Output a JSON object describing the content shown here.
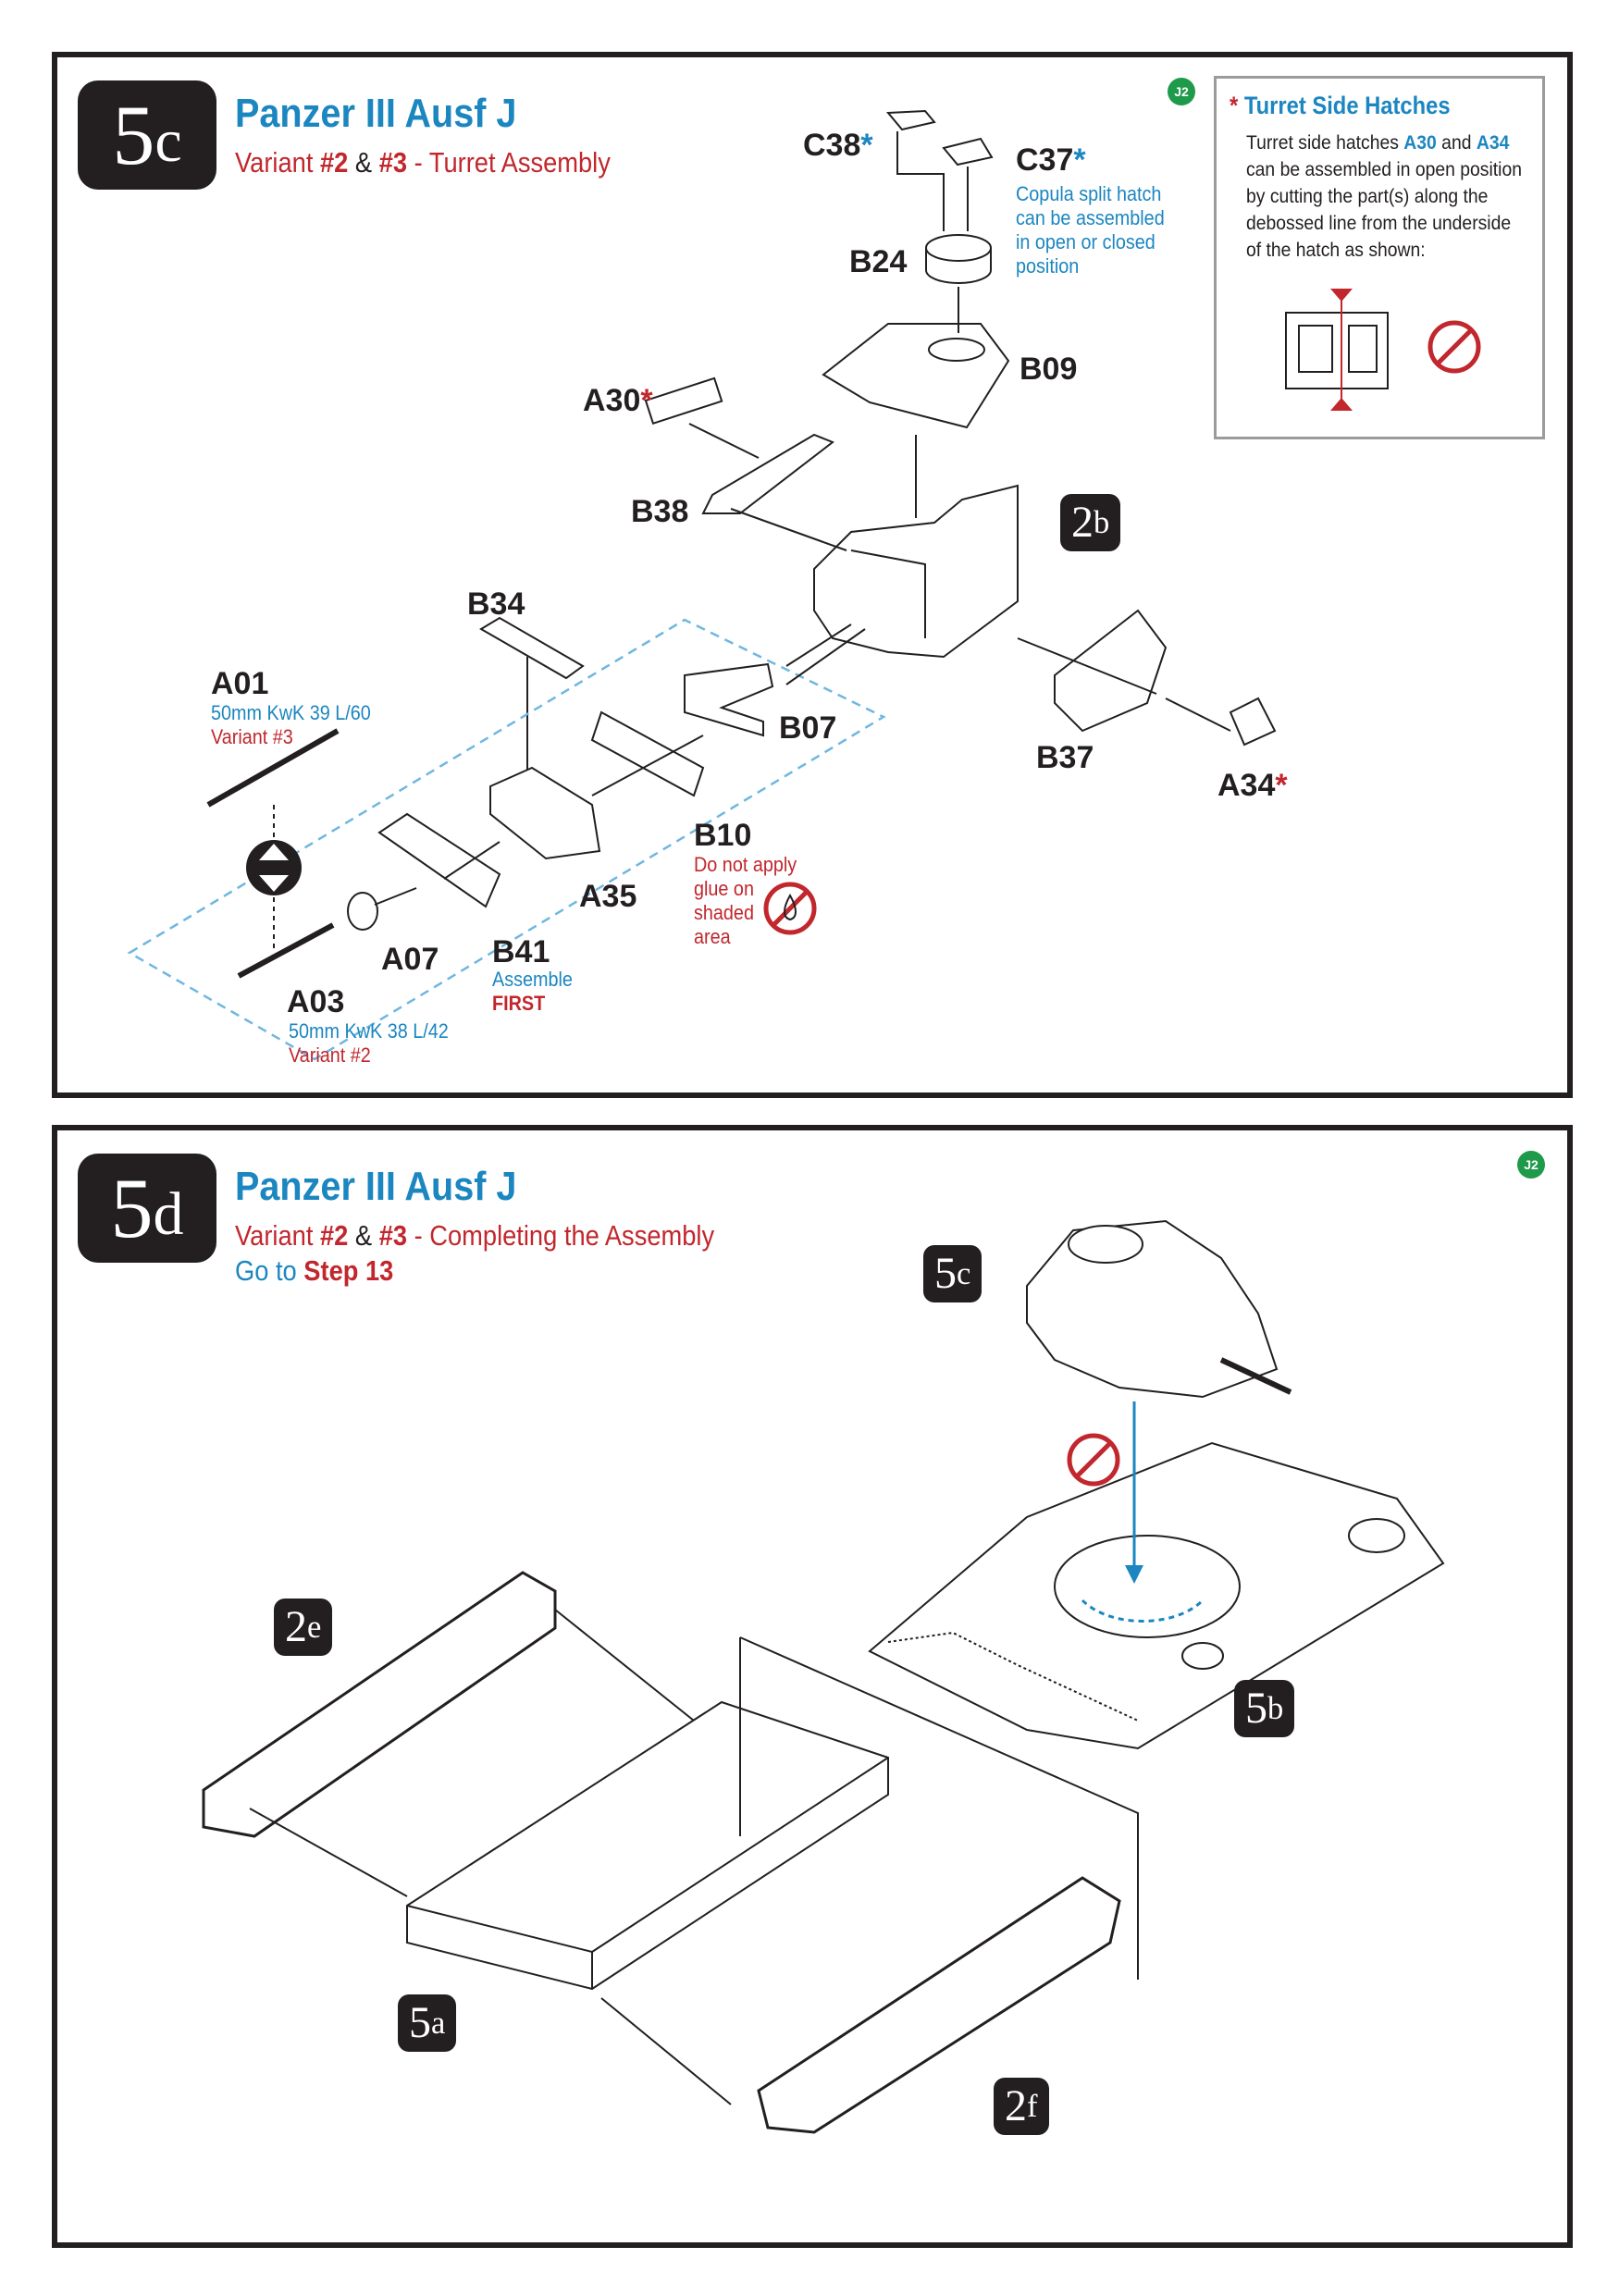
{
  "colors": {
    "accent_blue": "#1b86c0",
    "accent_red": "#c1272d",
    "badge": "#231f20",
    "j2_green": "#1f9a4a",
    "dashed_outline": "#6fb7e0"
  },
  "step5c": {
    "badge": {
      "main": "5",
      "sub": "c"
    },
    "title": "Panzer III Ausf J",
    "subtitle": {
      "prefix": "Variant ",
      "v1": "#2",
      "amp": " & ",
      "v2": "#3",
      "suffix": " - Turret Assembly"
    },
    "j2": "J2",
    "ref_badge": {
      "main": "2",
      "sub": "b"
    },
    "parts": {
      "c38": "C38",
      "c37": "C37",
      "b24": "B24",
      "b09": "B09",
      "a30": "A30",
      "b38": "B38",
      "b34": "B34",
      "a01": "A01",
      "b07": "B07",
      "b37": "B37",
      "a34": "A34",
      "b10": "B10",
      "a35": "A35",
      "a07": "A07",
      "b41": "B41",
      "a03": "A03"
    },
    "asterisk": "*",
    "notes": {
      "c37": [
        "Copula split hatch",
        "can be assembled",
        "in open or closed",
        "position"
      ],
      "a01_gun": "50mm KwK 39 L/60",
      "a01_variant": "Variant #3",
      "a03_gun": "50mm KwK 38 L/42",
      "a03_variant": "Variant #2",
      "b10": [
        "Do not apply",
        "glue on",
        "shaded",
        "area"
      ],
      "b41_line1": "Assemble",
      "b41_line2": "FIRST"
    },
    "infobox": {
      "star": "*",
      "title": "Turret Side Hatches",
      "line1_pre": "Turret side hatches ",
      "line1_a30": "A30",
      "line1_and": " and ",
      "line1_a34": "A34",
      "line2": "can be assembled in open position",
      "line3": "by cutting the part(s) along the",
      "line4": "debossed line from the underside",
      "line5": "of the hatch as shown:"
    }
  },
  "step5d": {
    "badge": {
      "main": "5",
      "sub": "d"
    },
    "title": "Panzer III Ausf J",
    "subtitle": {
      "prefix": "Variant ",
      "v1": "#2",
      "amp": " & ",
      "v2": "#3",
      "suffix": " - Completing the Assembly"
    },
    "goto": {
      "prefix": "Go to ",
      "step": "Step 13"
    },
    "j2": "J2",
    "refs": {
      "r5c": {
        "main": "5",
        "sub": "c"
      },
      "r5b": {
        "main": "5",
        "sub": "b"
      },
      "r2e": {
        "main": "2",
        "sub": "e"
      },
      "r2f": {
        "main": "2",
        "sub": "f"
      },
      "r5a": {
        "main": "5",
        "sub": "a"
      }
    }
  }
}
